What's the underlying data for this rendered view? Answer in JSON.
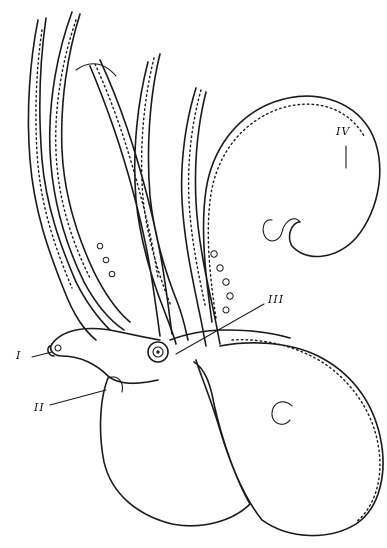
{
  "figure": {
    "labels": {
      "one": "I",
      "two": "II",
      "three": "III",
      "four": "IV"
    }
  }
}
